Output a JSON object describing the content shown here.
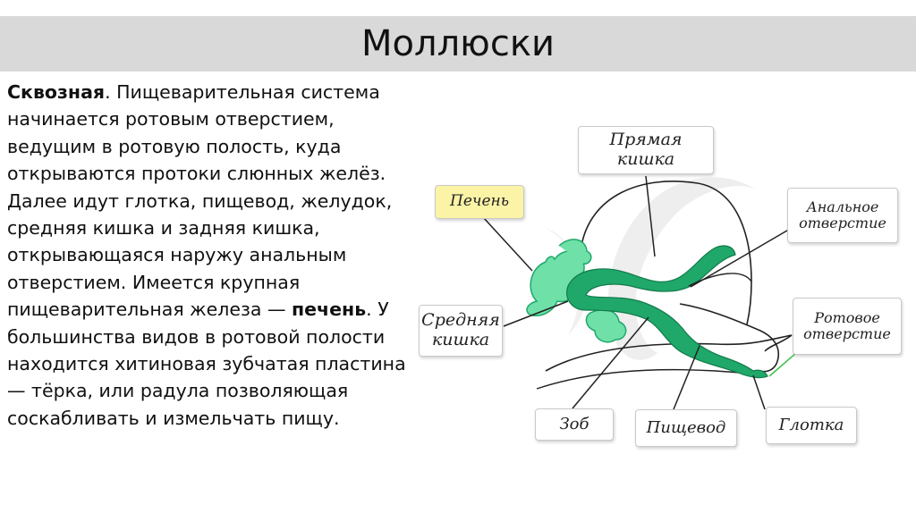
{
  "slide": {
    "title": "Моллюски",
    "paragraph": {
      "term": "Сквозная",
      "text_before_liver": ". Пищеварительная система начинается ротовым отверстием, ведущим в ротовую полость, куда открываются протоки слюнных желёз. Далее идут глотка, пищевод, желудок, средняя кишка и задняя кишка, открывающаяся наружу анальным отверстием. Имеется крупная пищеварительная железа — ",
      "liver_word": "печень",
      "text_after_liver": ". У большинства видов в ротовой полости находится хитиновая зубчатая пластина — тёрка, или радула позволяющая соскабливать и измельчать пищу."
    }
  },
  "diagram": {
    "labels": {
      "rectum": "Прямая кишка",
      "liver": "Печень",
      "anus": "Анальное отверстие",
      "midgut": "Средняя кишка",
      "mouth": "Ротовое отверстие",
      "crop": "Зоб",
      "esophagus": "Пищевод",
      "pharynx": "Глотка"
    },
    "colors": {
      "gut": "#1fa86a",
      "gut_light": "#6fe0a8",
      "liver_label_bg": "#fbf3a6",
      "title_bar": "#d9d9d9"
    }
  }
}
